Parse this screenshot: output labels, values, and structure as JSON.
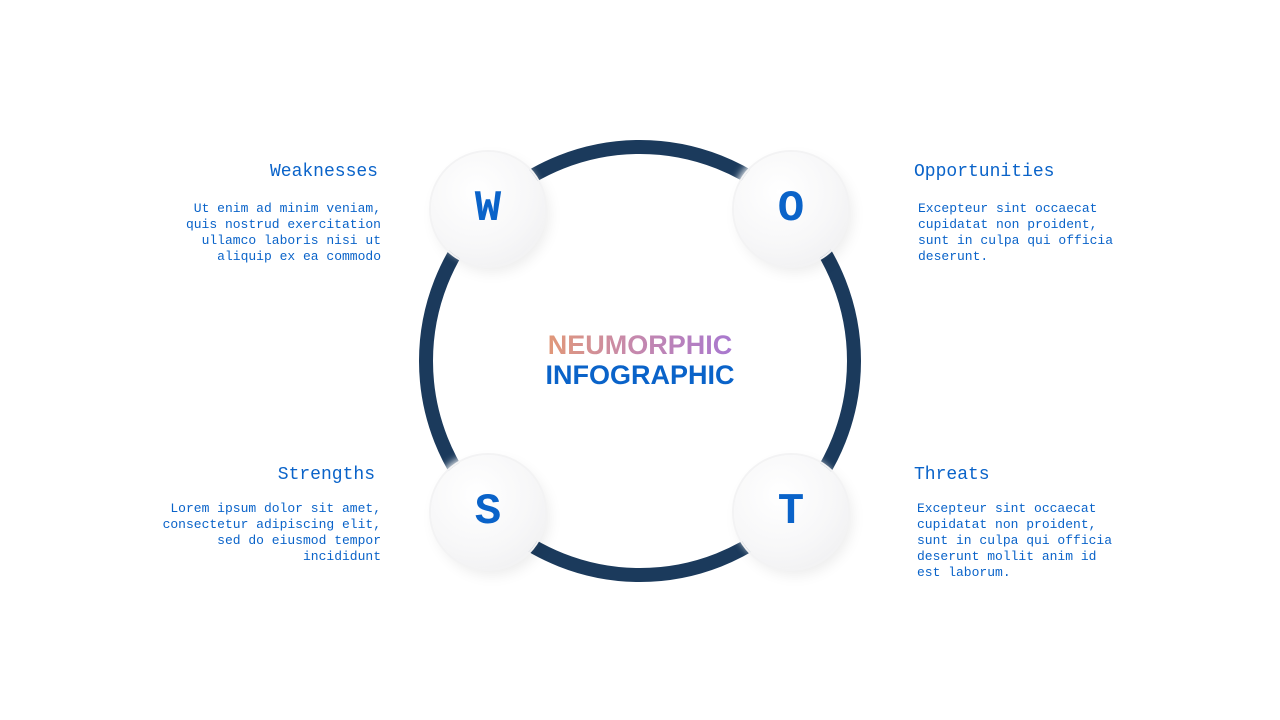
{
  "center": {
    "line1": "NEUMORPHIC",
    "line2": "INFOGRAPHIC"
  },
  "nodes": {
    "w": "W",
    "o": "O",
    "s": "S",
    "t": "T"
  },
  "sections": {
    "weaknesses": {
      "heading": "Weaknesses",
      "text": "Ut enim ad minim veniam, quis nostrud exercitation ullamco laboris nisi ut aliquip ex ea commodo"
    },
    "opportunities": {
      "heading": "Opportunities",
      "text": "Excepteur sint occaecat cupidatat non proident, sunt in culpa qui officia deserunt."
    },
    "strengths": {
      "heading": "Strengths",
      "text": "Lorem ipsum dolor sit amet, consectetur adipiscing elit, sed do eiusmod tempor incididunt"
    },
    "threats": {
      "heading": "Threats",
      "text": "Excepteur sint occaecat cupidatat non proident, sunt in culpa qui officia deserunt mollit anim id est laborum."
    }
  },
  "colors": {
    "ring": "#1b3a5c",
    "accent": "#0a63c9",
    "gradient_start": "#f0a05a",
    "gradient_end": "#9a70e0"
  }
}
